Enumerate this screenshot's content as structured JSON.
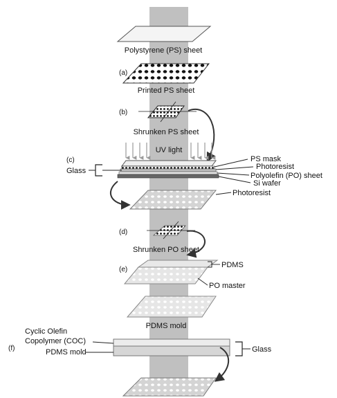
{
  "steps": {
    "a": "(a)",
    "b": "(b)",
    "c": "(c)",
    "d": "(d)",
    "e": "(e)",
    "f": "(f)"
  },
  "labels": {
    "ps_sheet": "Polystyrene (PS) sheet",
    "printed_ps": "Printed PS sheet",
    "shrunken_ps": "Shrunken PS sheet",
    "uv_light": "UV light",
    "glass_c": "Glass",
    "ps_mask": "PS mask",
    "photoresist_layer": "Photoresist",
    "po_sheet": "Polyolefin (PO) sheet",
    "si_wafer": "Si wafer",
    "photoresist_pattern": "Photoresist",
    "shrunken_po": "Shrunken PO sheet",
    "pdms": "PDMS",
    "po_master": "PO master",
    "pdms_mold": "PDMS mold",
    "coc_line1": "Cyclic Olefin",
    "coc_line2": "Copolymer (COC)",
    "pdms_mold_f": "PDMS mold",
    "glass_f": "Glass"
  }
}
